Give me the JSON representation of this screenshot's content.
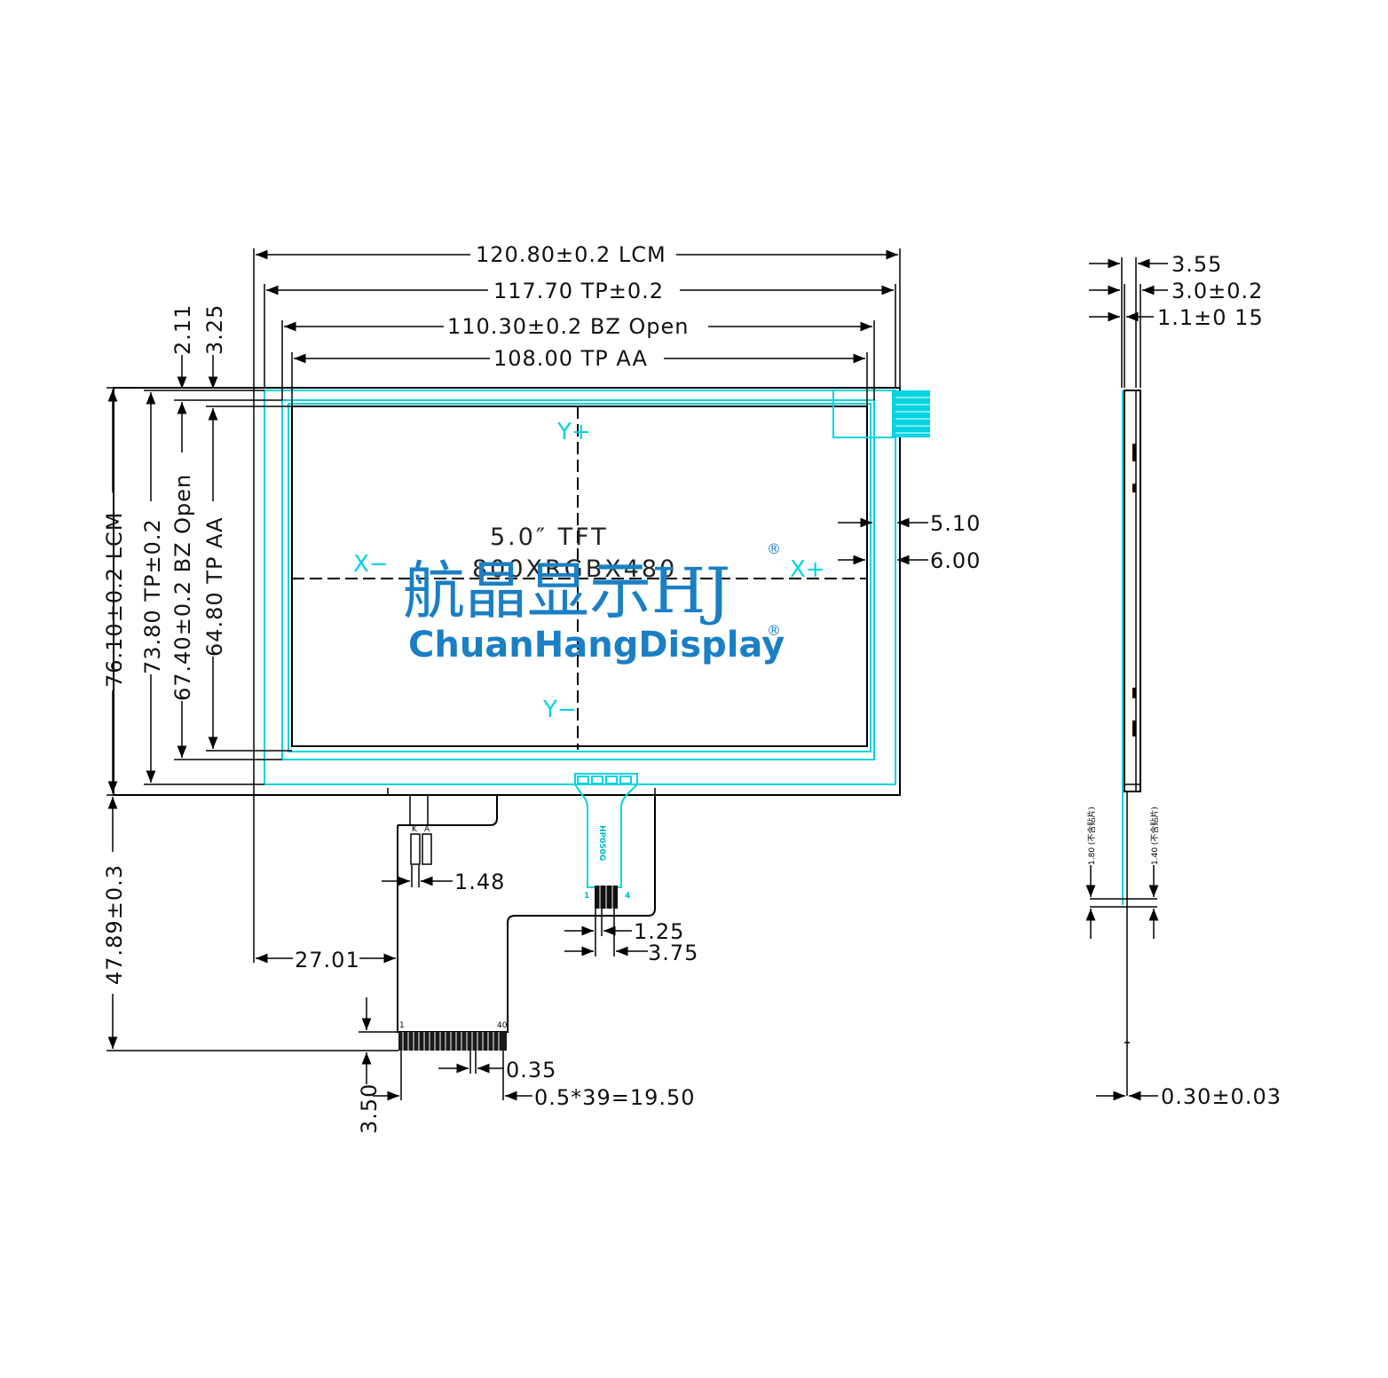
{
  "dimensions": {
    "lcm_width": "120.80±0.2 LCM",
    "tp_width": "117.70 TP±0.2",
    "bz_open_width": "110.30±0.2 BZ Open",
    "tp_aa_width": "108.00 TP AA",
    "lcm_height": "76.10±0.2 LCM",
    "tp_height": "73.80 TP±0.2",
    "bz_open_height": "67.40±0.2 BZ Open",
    "tp_aa_height": "64.80 TP AA",
    "top_offset_1": "2.11",
    "top_offset_2": "3.25",
    "right_offset_1": "5.10",
    "right_offset_2": "6.00",
    "fpc_length": "47.89±0.3",
    "fpc_left_offset": "27.01",
    "led_pitch": "1.48",
    "tp_pin_width": "1.25",
    "tp_pin_span": "3.75",
    "pin_width": "0.35",
    "pin_pitch_total": "0.5*39=19.50",
    "stiffener": "3.50"
  },
  "side_view": {
    "total_thickness": "3.55",
    "module_thickness": "3.0±0.2",
    "tp_thickness": "1.1±0 15",
    "fpc_thickness": "0.30±0.03",
    "left_note": "1.80 (不含贴片)",
    "right_note": "1.40 (不含贴片)"
  },
  "display": {
    "size": "5.0″ TFT",
    "resolution": "800XRGBX480",
    "y_plus": "Y+",
    "y_minus": "Y−",
    "x_minus": "X−",
    "x_plus": "X+"
  },
  "fpc": {
    "pin_first": "1",
    "pin_last": "40",
    "led_k": "K",
    "led_a": "A",
    "tp_part": "HP050G",
    "tp_pin_first": "1",
    "tp_pin_last": "4"
  },
  "watermark": {
    "cn": "航晶显示HJ",
    "en": "ChuanHangDisplay",
    "reg": "®"
  },
  "colors": {
    "touch_panel": "#00d4e0",
    "brand": "#1a7fc4"
  }
}
